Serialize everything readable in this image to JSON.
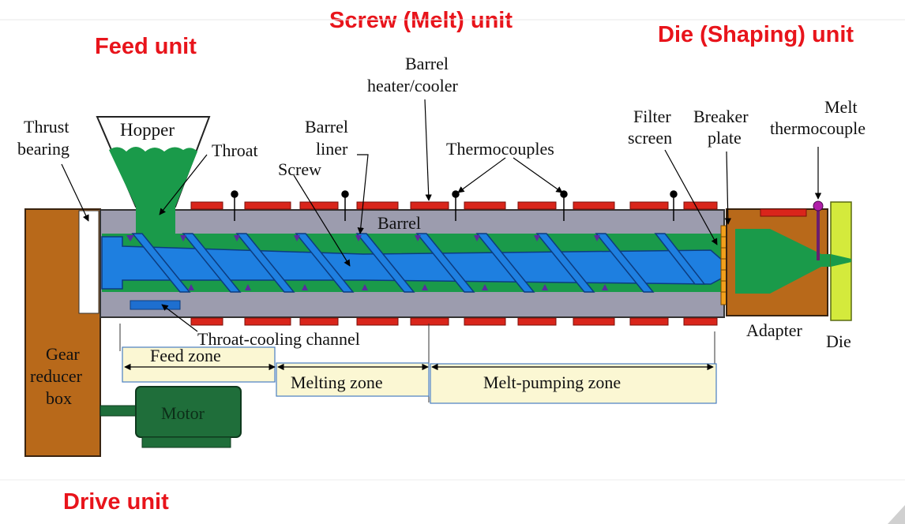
{
  "units": {
    "feed": "Feed unit",
    "screw": "Screw (Melt) unit",
    "die": "Die (Shaping) unit",
    "drive": "Drive unit"
  },
  "labels": {
    "thrust_bearing_1": "Thrust",
    "thrust_bearing_2": "bearing",
    "hopper": "Hopper",
    "throat": "Throat",
    "barrel_liner_1": "Barrel",
    "barrel_liner_2": "liner",
    "screw": "Screw",
    "barrel_heater_1": "Barrel",
    "barrel_heater_2": "heater/cooler",
    "thermocouples": "Thermocouples",
    "filter_screen_1": "Filter",
    "filter_screen_2": "screen",
    "breaker_plate_1": "Breaker",
    "breaker_plate_2": "plate",
    "melt_tc_1": "Melt",
    "melt_tc_2": "thermocouple",
    "barrel": "Barrel",
    "throat_cooling": "Throat-cooling  channel",
    "adapter": "Adapter",
    "die": "Die",
    "gear_1": "Gear",
    "gear_2": "reducer",
    "gear_3": "box",
    "motor": "Motor"
  },
  "zones": [
    {
      "label": "Feed  zone"
    },
    {
      "label": "Melting  zone"
    },
    {
      "label": "Melt-pumping  zone"
    }
  ],
  "colors": {
    "unit_title": "#e8141b",
    "gearbox": "#b8691a",
    "barrel": "#9c9cae",
    "melt": "#1a9a4a",
    "screw": "#1e7fe0",
    "heater": "#d9251b",
    "flight_fill": "#5b2aa0",
    "breaker_plate": "#f2a01c",
    "die": "#d4ea3c",
    "motor": "#1f6e3a",
    "zone_box": "#fbf7d3"
  }
}
